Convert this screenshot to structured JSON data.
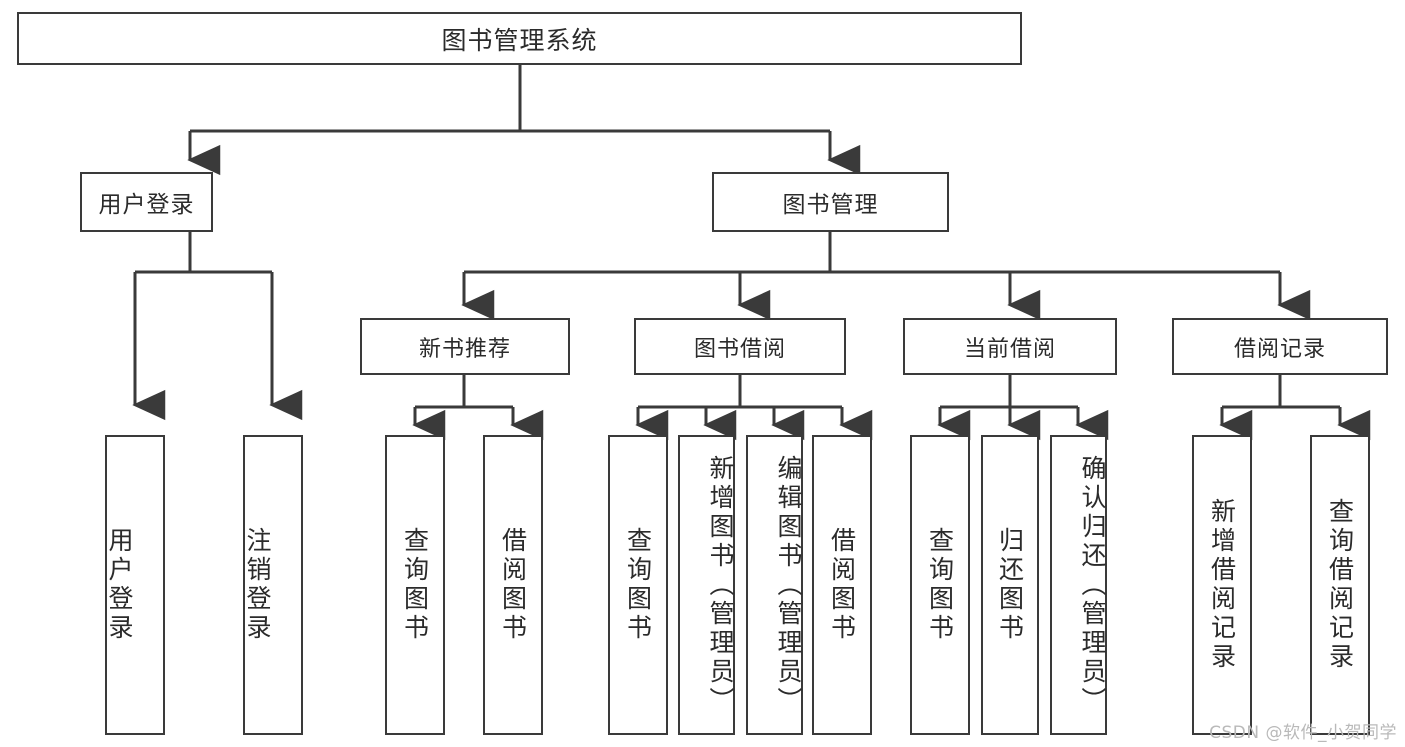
{
  "diagram": {
    "type": "hierarchy-tree",
    "title": "图书管理系统",
    "stroke_color": "#3a3a3a",
    "background_color": "#ffffff",
    "text_color": "#2b2b2b",
    "root": {
      "label": "图书管理系统"
    },
    "level2": [
      {
        "label": "用户登录"
      },
      {
        "label": "图书管理"
      }
    ],
    "level3": [
      {
        "label": "新书推荐"
      },
      {
        "label": "图书借阅"
      },
      {
        "label": "当前借阅"
      },
      {
        "label": "借阅记录"
      }
    ],
    "leaves": {
      "user_login": [
        {
          "label": "用户登录"
        },
        {
          "label": "注销登录"
        }
      ],
      "new_book_recommend": [
        {
          "label": "查询图书"
        },
        {
          "label": "借阅图书"
        }
      ],
      "book_borrow": [
        {
          "label": "查询图书"
        },
        {
          "label": "新增图书（管理员）"
        },
        {
          "label": "编辑图书（管理员）"
        },
        {
          "label": "借阅图书"
        }
      ],
      "current_borrow": [
        {
          "label": "查询图书"
        },
        {
          "label": "归还图书"
        },
        {
          "label": "确认归还（管理员）"
        }
      ],
      "borrow_record": [
        {
          "label": "新增借阅记录"
        },
        {
          "label": "查询借阅记录"
        }
      ]
    }
  },
  "watermark": {
    "text": "CSDN @软件_小贺同学"
  }
}
